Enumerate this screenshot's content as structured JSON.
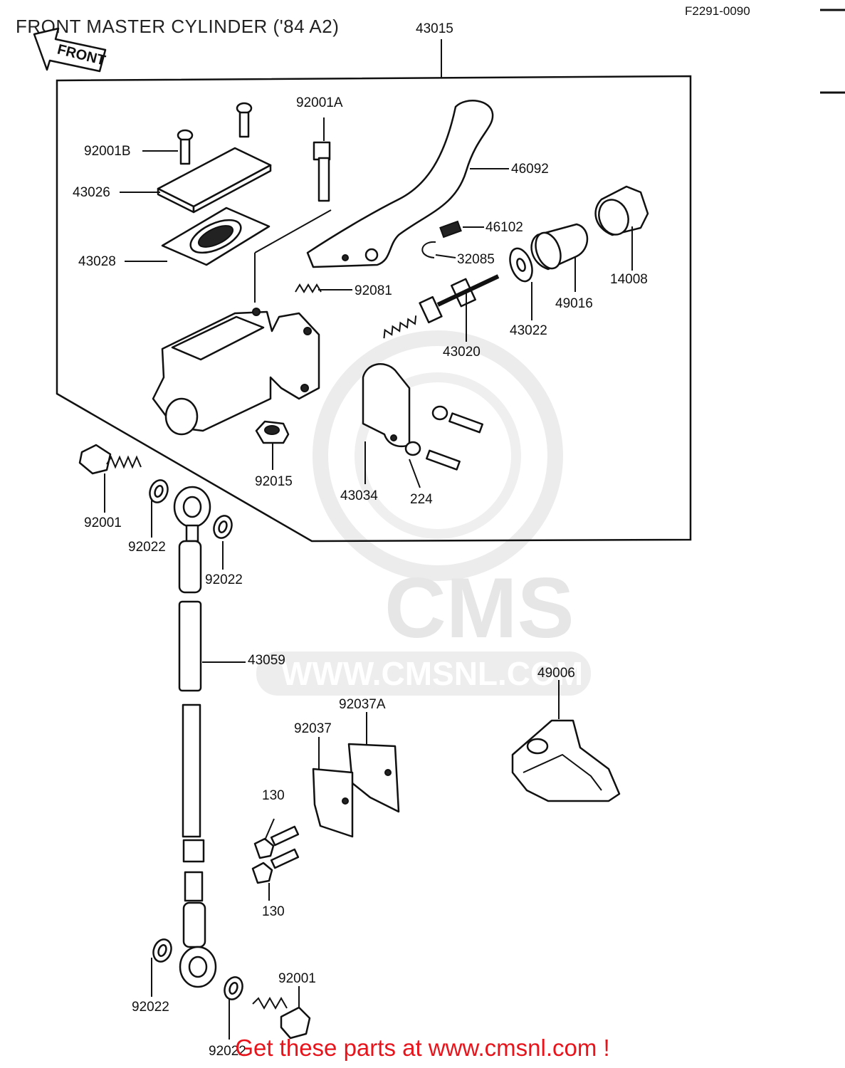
{
  "page_title": "FRONT MASTER CYLINDER ('84 A2)",
  "diagram_code": "F2291-0090",
  "front_arrow_label": "FRONT",
  "watermark": {
    "logo": "CMS",
    "url": "WWW.CMSNL.COM"
  },
  "footer_link": "Get these parts at www.cmsnl.com !",
  "parts": {
    "p43015": "43015",
    "p92001A": "92001A",
    "p92001B": "92001B",
    "p46092": "46092",
    "p43026": "43026",
    "p46102": "46102",
    "p43028": "43028",
    "p32085": "32085",
    "p14008": "14008",
    "p92081": "92081",
    "p49016": "49016",
    "p43022": "43022",
    "p43020": "43020",
    "p92015": "92015",
    "p43034": "43034",
    "p224": "224",
    "p92001_top": "92001",
    "p92022_a": "92022",
    "p92022_b": "92022",
    "p43059": "43059",
    "p49006": "49006",
    "p92037A": "92037A",
    "p92037": "92037",
    "p130_a": "130",
    "p130_b": "130",
    "p92022_c": "92022",
    "p92001_bottom": "92001",
    "p92022_d": "92022"
  }
}
